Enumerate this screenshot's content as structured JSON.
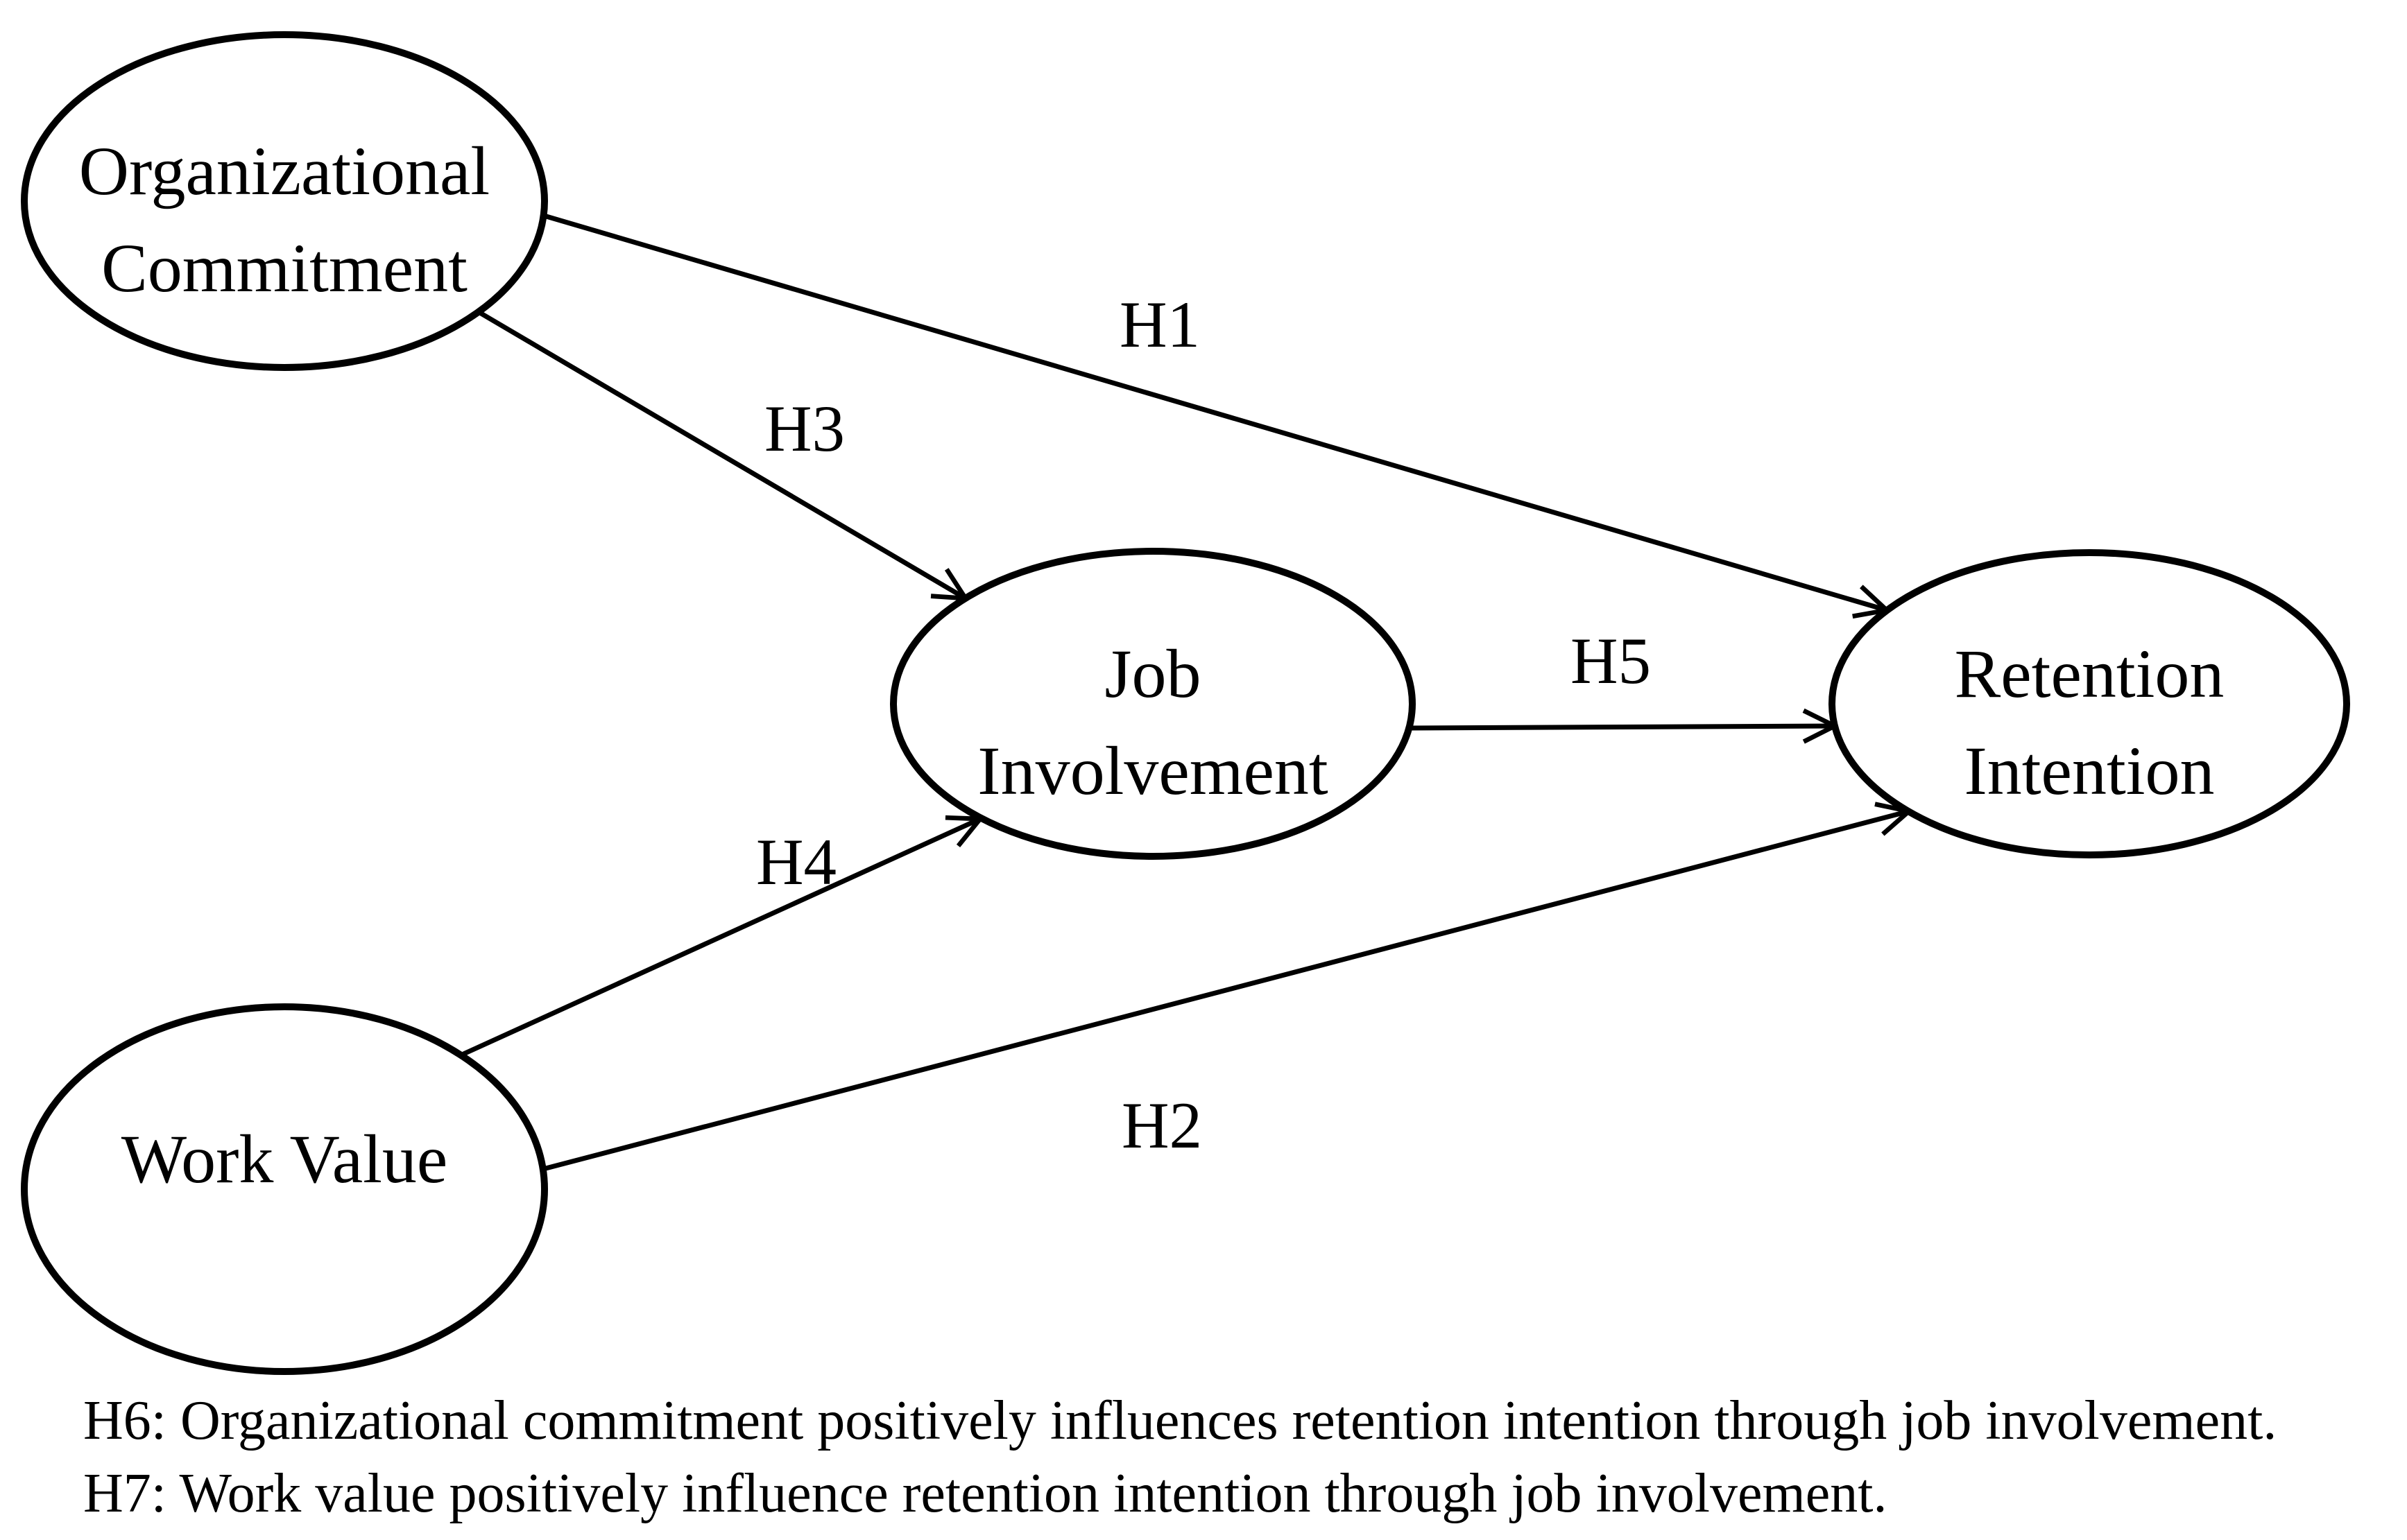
{
  "diagram": {
    "background_color": "#ffffff",
    "stroke_color": "#000000",
    "nodes": {
      "organizational_commitment": {
        "line1": "Organizational",
        "line2": "Commitment"
      },
      "work_value": {
        "label": "Work Value"
      },
      "job_involvement": {
        "line1": "Job",
        "line2": "Involvement"
      },
      "retention_intention": {
        "line1": "Retention",
        "line2": "Intention"
      }
    },
    "edges": {
      "h1": {
        "label": "H1",
        "from": "Organizational Commitment",
        "to": "Retention Intention"
      },
      "h2": {
        "label": "H2",
        "from": "Work Value",
        "to": "Retention Intention"
      },
      "h3": {
        "label": "H3",
        "from": "Organizational Commitment",
        "to": "Job Involvement"
      },
      "h4": {
        "label": "H4",
        "from": "Work Value",
        "to": "Job Involvement"
      },
      "h5": {
        "label": "H5",
        "from": "Job Involvement",
        "to": "Retention Intention"
      }
    },
    "notes": {
      "h6": "H6: Organizational commitment positively influences retention intention through job involvement.",
      "h7": "H7: Work value positively influence retention intention through job involvement."
    }
  }
}
